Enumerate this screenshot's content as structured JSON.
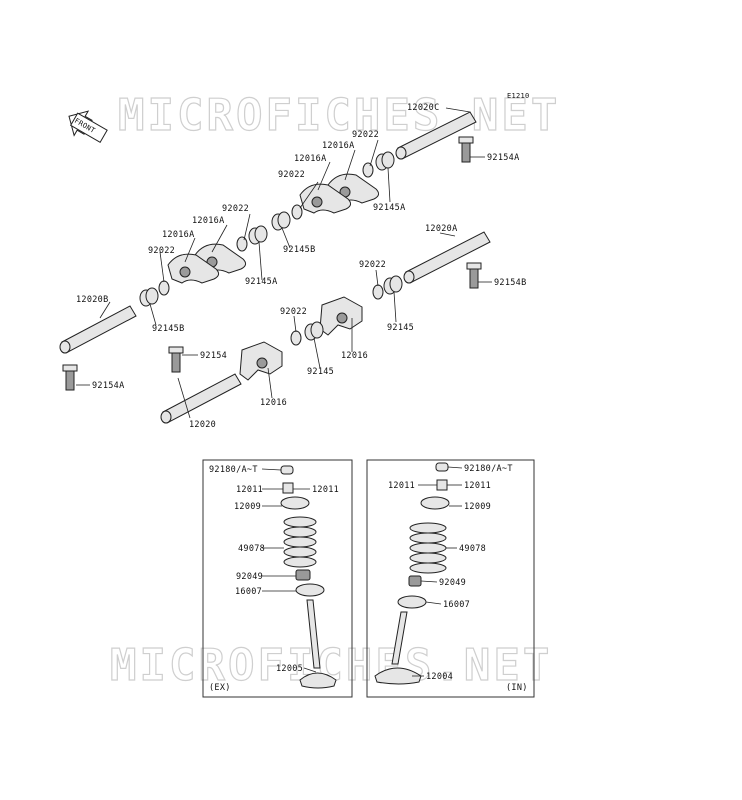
{
  "watermarks": {
    "top": "MICROFICHES.NET",
    "bottom": "MICROFICHES.NET"
  },
  "diagram_code": "E1210",
  "front_arrow": "FRONT",
  "panels": {
    "ex": "(EX)",
    "in": "(IN)"
  },
  "labels": {
    "p12020C": "12020C",
    "p92154A_top": "92154A",
    "p92022_a": "92022",
    "p12016A_a": "12016A",
    "p12016A_b": "12016A",
    "p92145A_a": "92145A",
    "p92022_b": "92022",
    "p12016A_c": "12016A",
    "p12016A_d": "12016A",
    "p92145B_a": "92145B",
    "p92022_c": "92022",
    "p92145A_b": "92145A",
    "p12020A": "12020A",
    "p92154B": "92154B",
    "p92022_d": "92022",
    "p92145_a": "92145",
    "p12020B": "12020B",
    "p92145B_b": "92145B",
    "p92022_e": "92022",
    "p12016_a": "12016",
    "p92154": "92154",
    "p92145_b": "92145",
    "p92154A_bot": "92154A",
    "p12016_b": "12016",
    "p12020": "12020",
    "ex_92180": "92180/A~T",
    "ex_12011_l": "12011",
    "ex_12011_r": "12011",
    "ex_12009": "12009",
    "ex_49078": "49078",
    "ex_92049": "92049",
    "ex_16007": "16007",
    "ex_12005": "12005",
    "in_92180": "92180/A~T",
    "in_12011_l": "12011",
    "in_12011_r": "12011",
    "in_12009": "12009",
    "in_49078": "49078",
    "in_92049": "92049",
    "in_16007": "16007",
    "in_12004": "12004"
  }
}
